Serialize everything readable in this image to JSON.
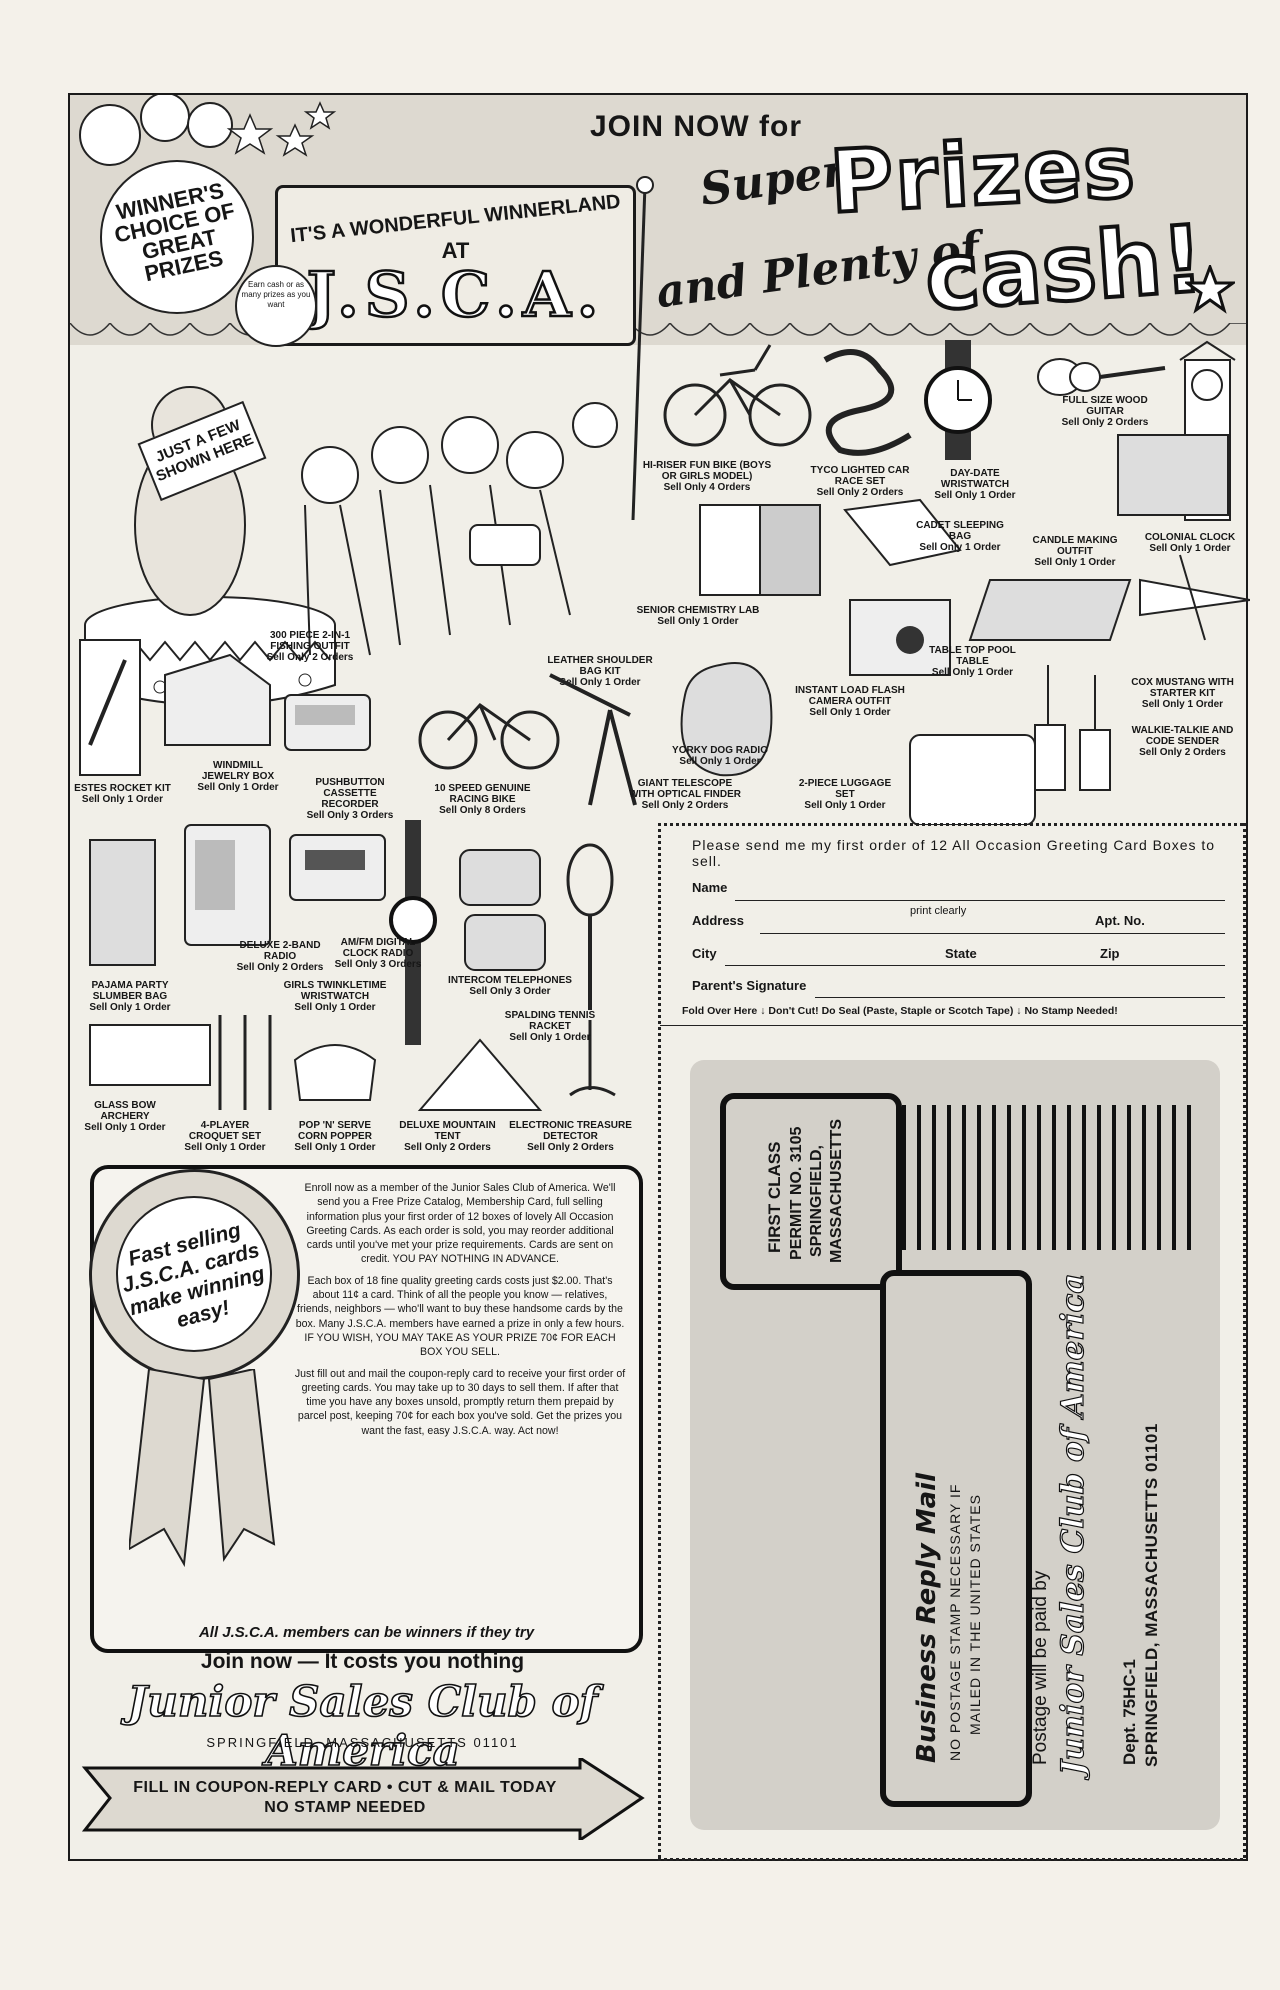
{
  "banner": {
    "join_now": "JOIN NOW for",
    "super": "Super",
    "prizes": "Prizes",
    "plenty": "and Plenty of",
    "cash": "cash!",
    "sign_line1": "IT'S A WONDERFUL WINNERLAND",
    "sign_at": "AT",
    "sign_jsca": "J.S.C.A.",
    "winners_choice": "WINNER'S CHOICE OF GREAT PRIZES",
    "earn": "Earn cash or as many prizes as you want",
    "just_few": "JUST A FEW SHOWN HERE"
  },
  "prizes": [
    {
      "name": "HI-RISER FUN BIKE (BOYS OR GIRLS MODEL)",
      "sell": "Sell Only 4 Orders"
    },
    {
      "name": "TYCO LIGHTED CAR RACE SET",
      "sell": "Sell Only 2 Orders"
    },
    {
      "name": "DAY-DATE WRISTWATCH",
      "sell": "Sell Only 1 Order"
    },
    {
      "name": "FULL SIZE WOOD GUITAR",
      "sell": "Sell Only 2 Orders"
    },
    {
      "name": "CADET SLEEPING BAG",
      "sell": "Sell Only 1 Order"
    },
    {
      "name": "CANDLE MAKING OUTFIT",
      "sell": "Sell Only 1 Order"
    },
    {
      "name": "COLONIAL CLOCK",
      "sell": "Sell Only 1 Order"
    },
    {
      "name": "SENIOR CHEMISTRY LAB",
      "sell": "Sell Only 1 Order"
    },
    {
      "name": "300 PIECE 2-in-1 FISHING OUTFIT",
      "sell": "Sell Only 2 Orders"
    },
    {
      "name": "LEATHER SHOULDER BAG KIT",
      "sell": "Sell Only 1 Order"
    },
    {
      "name": "TABLE TOP POOL TABLE",
      "sell": "Sell Only 1 Order"
    },
    {
      "name": "COX MUSTANG WITH STARTER KIT",
      "sell": "Sell Only 1 Order"
    },
    {
      "name": "INSTANT LOAD FLASH CAMERA OUTFIT",
      "sell": "Sell Only 1 Order"
    },
    {
      "name": "WALKIE-TALKIE AND CODE SENDER",
      "sell": "Sell Only 2 Orders"
    },
    {
      "name": "ESTES ROCKET KIT",
      "sell": "Sell Only 1 Order"
    },
    {
      "name": "WINDMILL JEWELRY BOX",
      "sell": "Sell Only 1 Order"
    },
    {
      "name": "PUSHBUTTON CASSETTE RECORDER",
      "sell": "Sell Only 3 Orders"
    },
    {
      "name": "10 SPEED GENUINE RACING BIKE",
      "sell": "Sell Only 8 Orders"
    },
    {
      "name": "YORKY DOG RADIO",
      "sell": "Sell Only 1 Order"
    },
    {
      "name": "GIANT TELESCOPE WITH OPTICAL FINDER",
      "sell": "Sell Only 2 Orders"
    },
    {
      "name": "2-PIECE LUGGAGE SET",
      "sell": "Sell Only 1 Order"
    },
    {
      "name": "DELUXE 2-BAND RADIO",
      "sell": "Sell Only 2 Orders"
    },
    {
      "name": "AM/FM DIGITAL CLOCK RADIO",
      "sell": "Sell Only 3 Orders"
    },
    {
      "name": "PAJAMA PARTY SLUMBER BAG",
      "sell": "Sell Only 1 Order"
    },
    {
      "name": "GIRLS TWINKLETIME WRISTWATCH",
      "sell": "Sell Only 1 Order"
    },
    {
      "name": "INTERCOM TELEPHONES",
      "sell": "Sell Only 3 Order"
    },
    {
      "name": "SPALDING TENNIS RACKET",
      "sell": "Sell Only 1 Order"
    },
    {
      "name": "GLASS BOW ARCHERY",
      "sell": "Sell Only 1 Order"
    },
    {
      "name": "4-PLAYER CROQUET SET",
      "sell": "Sell Only 1 Order"
    },
    {
      "name": "POP 'N' SERVE CORN POPPER",
      "sell": "Sell Only 1 Order"
    },
    {
      "name": "DELUXE MOUNTAIN TENT",
      "sell": "Sell Only 2 Orders"
    },
    {
      "name": "ELECTRONIC TREASURE DETECTOR",
      "sell": "Sell Only 2 Orders"
    }
  ],
  "form": {
    "intro": "Please send me my first order of 12 All Occasion Greeting Card Boxes to sell.",
    "name": "Name",
    "address": "Address",
    "print_clearly": "print clearly",
    "apt": "Apt. No.",
    "city": "City",
    "state": "State",
    "zip": "Zip",
    "parent_signature": "Parent's Signature",
    "fold_note": "Fold Over Here ↓ Don't Cut! Do Seal (Paste, Staple or Scotch Tape) ↓ No Stamp Needed!"
  },
  "reply_card": {
    "first_class": "FIRST CLASS",
    "permit": "PERMIT NO. 3105",
    "city": "SPRINGFIELD,",
    "state": "MASSACHUSETTS",
    "brm": "Business Reply Mail",
    "no_postage": "NO POSTAGE STAMP NECESSARY IF",
    "mailed": "MAILED IN THE UNITED STATES",
    "postage_paid": "Postage will be paid by",
    "club": "Junior Sales Club of America",
    "dept": "Dept. 75HC-1",
    "address": "SPRINGFIELD, MASSACHUSETTS 01101"
  },
  "enroll": {
    "rosette": "Fast selling J.S.C.A. cards make winning easy!",
    "p1": "Enroll now as a member of the Junior Sales Club of America. We'll send you a Free Prize Catalog, Membership Card, full selling information plus your first order of 12 boxes of lovely All Occasion Greeting Cards. As each order is sold, you may reorder additional cards until you've met your prize requirements. Cards are sent on credit. YOU PAY NOTHING IN ADVANCE.",
    "p2": "Each box of 18 fine quality greeting cards costs just $2.00. That's about 11¢ a card. Think of all the people you know — relatives, friends, neighbors — who'll want to buy these handsome cards by the box. Many J.S.C.A. members have earned a prize in only a few hours. IF YOU WISH, YOU MAY TAKE AS YOUR PRIZE 70¢ FOR EACH BOX YOU SELL.",
    "p3": "Just fill out and mail the coupon-reply card to receive your first order of greeting cards. You may take up to 30 days to sell them. If after that time you have any boxes unsold, promptly return them prepaid by parcel post, keeping 70¢ for each box you've sold. Get the prizes you want the fast, easy J.S.C.A. way. Act now!",
    "footer": "All J.S.C.A. members can be winners if they try"
  },
  "bottom": {
    "join_now": "Join now — It costs you nothing",
    "club": "Junior Sales Club of America",
    "springfield": "SPRINGFIELD, MASSACHUSETTS 01101",
    "banner_line1": "FILL IN COUPON-REPLY CARD • CUT & MAIL TODAY",
    "banner_line2": "NO STAMP NEEDED"
  }
}
